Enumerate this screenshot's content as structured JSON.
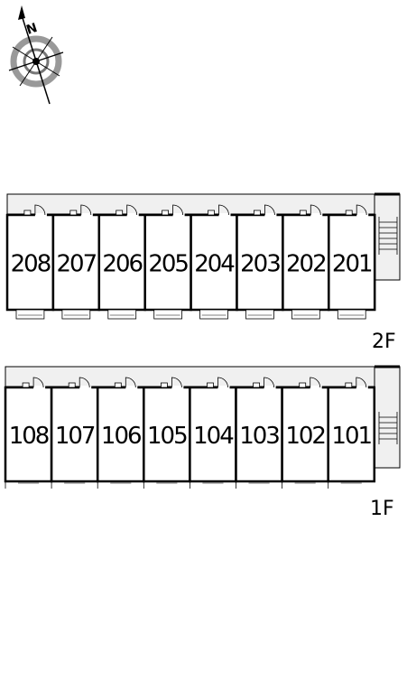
{
  "compass": {
    "north_label": "N",
    "icon": "compass-rose-icon"
  },
  "floors": [
    {
      "label": "2F",
      "rooms": [
        "208",
        "207",
        "206",
        "205",
        "204",
        "203",
        "202",
        "201"
      ]
    },
    {
      "label": "1F",
      "rooms": [
        "108",
        "107",
        "106",
        "105",
        "104",
        "103",
        "102",
        "101"
      ]
    }
  ],
  "colors": {
    "corridor": "#f0f0f0",
    "line": "#000000",
    "background": "#ffffff"
  }
}
